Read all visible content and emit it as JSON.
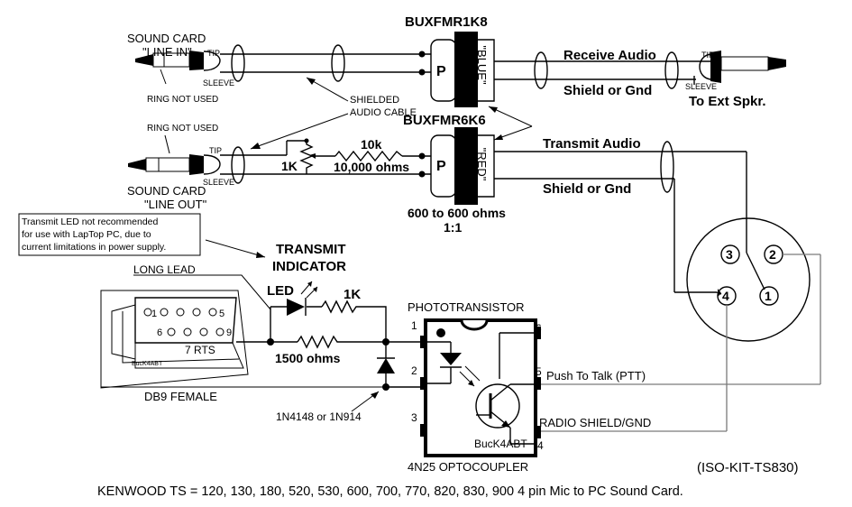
{
  "labels": {
    "xfmr1_name": "BUXFMR1K8",
    "xfmr1_color": "\"BLUE\"",
    "xfmr2_name": "BUXFMR6K6",
    "xfmr2_color": "\"RED\"",
    "primary": "P",
    "sound_card": "SOUND CARD",
    "line_in": "\"LINE IN\"",
    "line_out": "\"LINE OUT\"",
    "tip": "TIP",
    "sleeve": "SLEEVE",
    "ring_not_used": "RING NOT USED",
    "shielded": "SHIELDED",
    "audio_cable": "AUDIO CABLE",
    "receive_audio": "Receive Audio",
    "shield_or_gnd": "Shield or Gnd",
    "to_ext_spkr": "To Ext Spkr.",
    "transmit_audio": "Transmit Audio",
    "pot_value": "1K",
    "res_10k": "10k",
    "res_10k_ohms": "10,000 ohms",
    "impedance": "600 to 600 ohms",
    "ratio": "1:1",
    "note_line1": "Transmit LED not recommended",
    "note_line2": "for use with LapTop PC, due to",
    "note_line3": "current limitations in power supply.",
    "transmit": "TRANSMIT",
    "indicator": "INDICATOR",
    "led": "LED",
    "res_1k": "1K",
    "long_lead": "LONG LEAD",
    "res_1500": "1500 ohms",
    "db9": "DB9 FEMALE",
    "db9_pin5": "5",
    "db9_pin9": "9",
    "db9_pin6": "6",
    "db9_pin1": "1",
    "db9_rts": "7 RTS",
    "db9_brand": "BucK4ABT",
    "diode": "1N4148 or 1N914",
    "phototransistor": "PHOTOTRANSISTOR",
    "pin1": "1",
    "pin2": "2",
    "pin3": "3",
    "pin4": "4",
    "pin5": "5",
    "pin6": "6",
    "ptt": "Push To Talk (PTT)",
    "radio_shield": "RADIO SHIELD/GND",
    "opto_brand": "BucK4ABT",
    "optocoupler": "4N25  OPTOCOUPLER",
    "mic_pin1": "1",
    "mic_pin2": "2",
    "mic_pin3": "3",
    "mic_pin4": "4",
    "kit_id": "(ISO-KIT-TS830)",
    "footer": "KENWOOD TS = 120, 130, 180, 520, 530, 600, 700, 770, 820, 830, 900 4 pin Mic to PC  Sound Card."
  }
}
